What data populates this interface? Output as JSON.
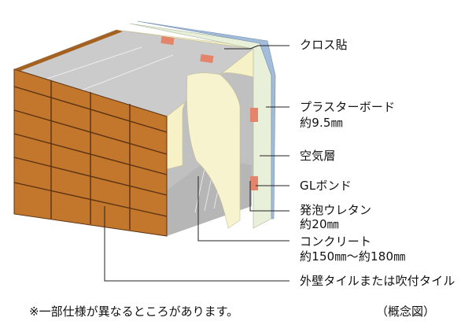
{
  "labels": {
    "cloth": "クロス貼",
    "plasterboard": "プラスターボード",
    "plasterboard_thickness": "約9.5㎜",
    "air_layer": "空気層",
    "gl_bond": "GLボンド",
    "urethane": "発泡ウレタン",
    "urethane_thickness": "約20㎜",
    "concrete": "コンクリート",
    "concrete_thickness": "約150㎜〜約180㎜",
    "exterior": "外壁タイルまたは吹付タイル"
  },
  "footnote": {
    "disclaimer": "※一部仕様が異なるところがあります。",
    "diagram_note": "（概念図）"
  },
  "colors": {
    "tile": "#c2772c",
    "tile_grout": "#5a3212",
    "concrete_top": "#c8c8c8",
    "concrete_front": "#bcbcbc",
    "urethane": "#f5f0c2",
    "plasterboard": "#e7f0d7",
    "cloth": "#9fb8d8",
    "gl_bond": "#e4846a"
  }
}
